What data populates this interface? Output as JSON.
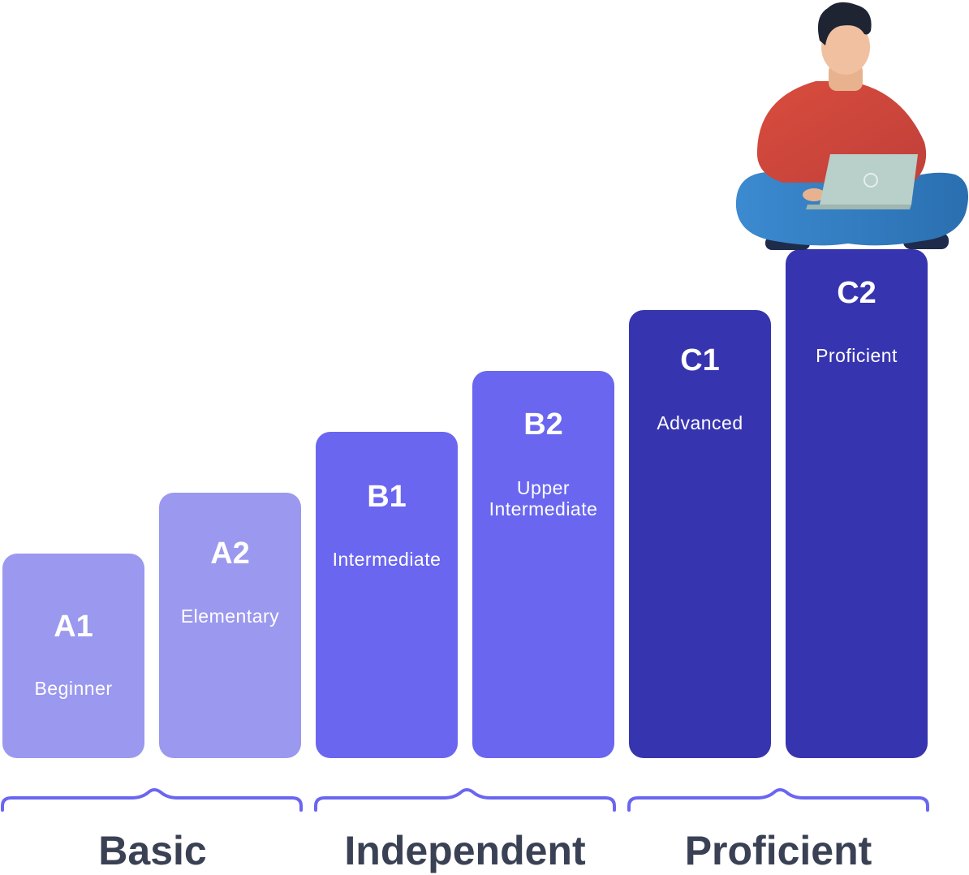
{
  "levels": [
    {
      "code": "A1",
      "name": "Beginner",
      "color": "#9b98ef"
    },
    {
      "code": "A2",
      "name": "Elementary",
      "color": "#9b98ef"
    },
    {
      "code": "B1",
      "name": "Intermediate",
      "color": "#6a66f0"
    },
    {
      "code": "B2",
      "name": "Upper\nIntermediate",
      "color": "#6a66f0"
    },
    {
      "code": "C1",
      "name": "Advanced",
      "color": "#3734b0"
    },
    {
      "code": "C2",
      "name": "Proficient",
      "color": "#3734b0"
    }
  ],
  "groups": [
    "Basic",
    "Independent",
    "Proficient"
  ],
  "colors": {
    "brace": "#6a66f0",
    "group_text": "#3a4154"
  }
}
